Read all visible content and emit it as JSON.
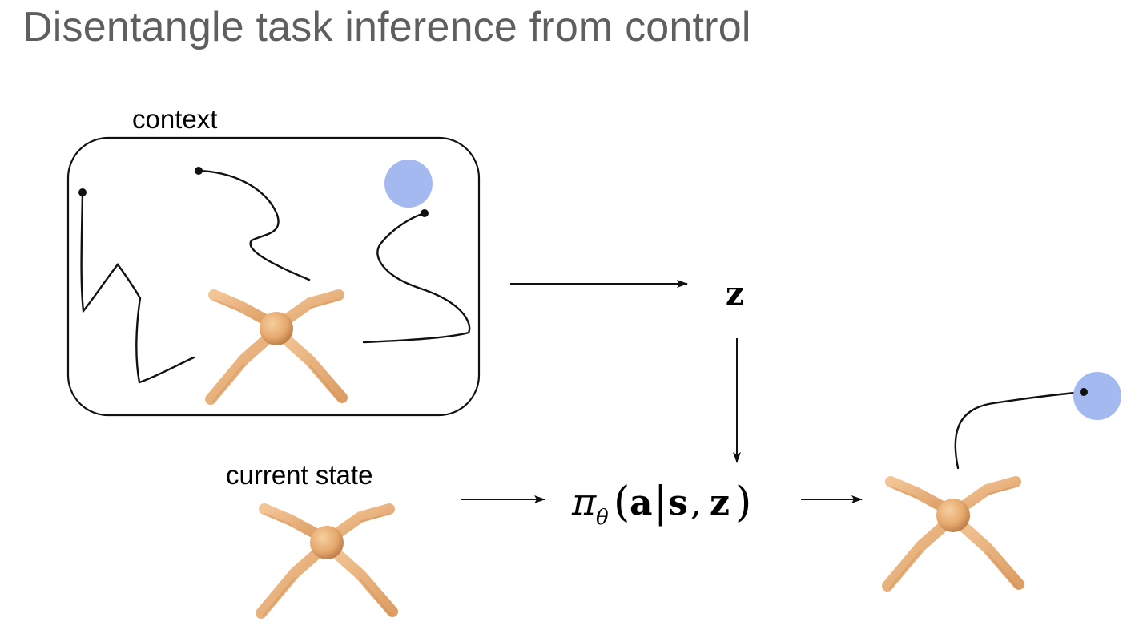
{
  "title": "Disentangle task inference from control",
  "labels": {
    "context": "context",
    "current_state": "current state",
    "latent_var": "z",
    "policy": {
      "pi": "π",
      "theta": "θ",
      "open_paren": "(",
      "a": "a",
      "bar": "|",
      "s": "s",
      "comma": ",",
      "z": "z",
      "close_paren": ")"
    }
  },
  "colors": {
    "title": "#5f5f5f",
    "robot_body": "#ebb27a",
    "robot_shadow": "#c88850",
    "goal": "#a4b9ef",
    "stroke": "#111111"
  },
  "icons": [
    "robot-ant-icon",
    "goal-circle-icon",
    "trajectory-line"
  ]
}
